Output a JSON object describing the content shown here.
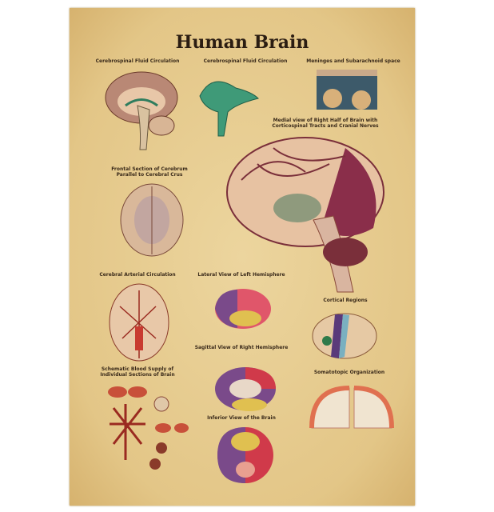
{
  "poster": {
    "title": "Human Brain",
    "sections": [
      {
        "id": "csf1",
        "title": "Cerebrospinal Fluid Circulation"
      },
      {
        "id": "csf2",
        "title": "Cerebrospinal Fluid Circulation"
      },
      {
        "id": "meninges",
        "title": "Meninges and Subarachnoid space"
      },
      {
        "id": "medial",
        "title": "Medial view of Right Half of Brain with Corticospinal Tracts and Cranial Nerves"
      },
      {
        "id": "frontal",
        "title": "Frontal Section of Cerebrum Parallel to Cerebral Crus"
      },
      {
        "id": "arterial",
        "title": "Cerebral Arterial Circulation"
      },
      {
        "id": "lateral",
        "title": "Lateral View of Left Hemisphere"
      },
      {
        "id": "cortical",
        "title": "Cortical Regions"
      },
      {
        "id": "sagittal",
        "title": "Sagittal View of Right Hemisphere"
      },
      {
        "id": "schematic",
        "title": "Schematic Blood Supply of Individual Sections of Brain"
      },
      {
        "id": "somatotopic",
        "title": "Somatotopic Organization"
      },
      {
        "id": "inferior",
        "title": "Inferior View of the Brain"
      }
    ]
  }
}
